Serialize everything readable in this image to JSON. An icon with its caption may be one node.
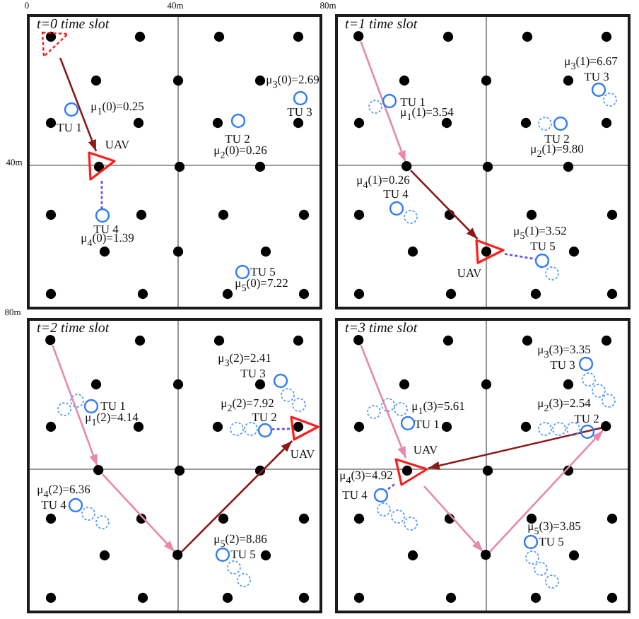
{
  "diagram": {
    "nodes": [
      {
        "text": [
          "t=0 time slot"
        ]
      },
      {
        "text": [],
        "shape": "triangle",
        "in": 0
      },
      {
        "text": [
          "UAV"
        ],
        "in": 0
      },
      {
        "text": [
          "μ$_{1}$(0)=0.25",
          "TU 1"
        ],
        "in": 0
      },
      {
        "text": [
          "TU 2",
          "μ$_{2}$(0)=0.26"
        ],
        "in": 0
      },
      {
        "text": [
          "μ$_{3}$(0)=2.69",
          "TU 3"
        ],
        "in": 0
      },
      {
        "text": [
          "TU 4",
          "μ$_{4}$(0)=1.39"
        ],
        "in": 0
      },
      {
        "text": [
          "TU 5",
          "μ$_{5}$(0)=7.22"
        ],
        "in": 0
      },
      {
        "text": [
          "t=1 time slot"
        ]
      },
      {
        "text": [],
        "shape": "circle",
        "in": 8
      },
      {
        "text": [],
        "shape": "circle",
        "in": 8
      },
      {
        "text": [
          "UAV"
        ],
        "in": 8
      },
      {
        "text": [
          "TU 1",
          "μ$_{1}$(1)=3.54"
        ],
        "in": 8
      },
      {
        "text": [
          "TU 2",
          "μ$_{2}$(1)=9.80"
        ],
        "in": 8
      },
      {
        "text": [
          "μ$_{3}$(1)=6.67",
          "TU 3"
        ],
        "in": 8
      },
      {
        "text": [
          "μ$_{4}$(1)=0.26",
          "TU 4"
        ],
        "in": 8
      },
      {
        "text": [
          "μ$_{5}$(1)=3.52",
          "TU 5"
        ],
        "in": 8
      },
      {
        "text": [],
        "shape": "circle",
        "in": 8
      },
      {
        "text": [],
        "shape": "circle",
        "in": 8
      },
      {
        "text": [],
        "shape": "circle",
        "in": 8
      },
      {
        "text": [],
        "shape": "circle",
        "in": 8
      },
      {
        "text": [],
        "shape": "circle",
        "in": 8
      },
      {
        "text": [
          "t=2 time slot"
        ]
      },
      {
        "text": [],
        "shape": "circle",
        "in": 22
      },
      {
        "text": [],
        "shape": "circle",
        "in": 22
      },
      {
        "text": [],
        "shape": "circle",
        "in": 22
      },
      {
        "text": [
          "UAV"
        ],
        "in": 22
      },
      {
        "text": [
          "TU 1",
          "μ$_{1}$(2)=4.14"
        ],
        "in": 22
      },
      {
        "text": [
          "μ$_{2}$(2)=7.92",
          "TU 2"
        ],
        "in": 22
      },
      {
        "text": [
          "μ$_{3}$(2)=2.41",
          "TU 3"
        ],
        "in": 22
      },
      {
        "text": [
          "μ$_{4}$(2)=6.36",
          "TU 4"
        ],
        "in": 22
      },
      {
        "text": [
          "μ$_{5}$(2)=8.86",
          "TU 5"
        ],
        "in": 22
      },
      {
        "text": [],
        "shape": "circle",
        "in": 22
      },
      {
        "text": [],
        "shape": "circle",
        "in": 22
      },
      {
        "text": [],
        "shape": "circle",
        "in": 22
      },
      {
        "text": [],
        "shape": "circle",
        "in": 22
      },
      {
        "text": [],
        "shape": "circle",
        "in": 22
      },
      {
        "text": [],
        "shape": "circle",
        "in": 22
      },
      {
        "text": [],
        "shape": "circle",
        "in": 22
      },
      {
        "text": [],
        "shape": "circle",
        "in": 22
      },
      {
        "text": [],
        "shape": "circle",
        "in": 22
      },
      {
        "text": [],
        "shape": "circle",
        "in": 22
      },
      {
        "text": [
          "t=3 time slot"
        ]
      },
      {
        "text": [],
        "shape": "circle",
        "in": 42
      },
      {
        "text": [],
        "shape": "circle",
        "in": 42
      },
      {
        "text": [],
        "shape": "circle",
        "in": 42
      },
      {
        "text": [
          "UAV"
        ],
        "in": 42
      },
      {
        "text": [
          "μ$_{1}$(3)=5.61",
          "TU 1"
        ],
        "in": 42
      },
      {
        "text": [
          "μ$_{2}$(3)=2.54",
          "TU 2"
        ],
        "in": 42
      },
      {
        "text": [
          "μ$_{3}$(3)=3.35",
          "TU 3"
        ],
        "in": 42
      },
      {
        "text": [
          "μ$_{4}$(3)=4.92",
          "TU 4"
        ],
        "in": 42
      },
      {
        "text": [
          "μ$_{5}$(3)=3.85",
          "TU 5"
        ],
        "in": 42
      },
      {
        "text": [],
        "shape": "circle",
        "in": 42
      },
      {
        "text": [],
        "shape": "circle",
        "in": 42
      },
      {
        "text": [],
        "shape": "circle",
        "in": 42
      },
      {
        "text": [],
        "shape": "circle",
        "in": 42
      },
      {
        "text": [],
        "shape": "circle",
        "in": 42
      },
      {
        "text": [],
        "shape": "circle",
        "in": 42
      },
      {
        "text": [],
        "shape": "circle",
        "in": 42
      },
      {
        "text": [],
        "shape": "circle",
        "in": 42
      },
      {
        "text": [],
        "shape": "circle",
        "in": 42
      },
      {
        "text": [],
        "shape": "circle",
        "in": 42
      },
      {
        "text": [],
        "shape": "circle",
        "in": 42
      },
      {
        "text": [],
        "shape": "circle",
        "in": 42
      },
      {
        "text": [],
        "shape": "circle",
        "in": 42
      },
      {
        "text": [],
        "shape": "circle",
        "in": 42
      },
      {
        "text": [],
        "shape": "circle",
        "in": 42
      }
    ],
    "edges": [
      {
        "from": 1,
        "to": 2,
        "arrow": "to",
        "color": "#8b1a1a"
      },
      {
        "from": 2,
        "to": 6,
        "arrow": "none",
        "style": "dashed",
        "color": "#6b4ef0"
      },
      {
        "from": 9,
        "to": 10,
        "arrow": "to"
      },
      {
        "from": 10,
        "to": 11,
        "arrow": "to",
        "color": "#8b1a1a"
      },
      {
        "from": 11,
        "to": 16,
        "arrow": "none",
        "style": "dashed",
        "color": "#6b4ef0"
      },
      {
        "from": 23,
        "to": 24,
        "arrow": "to"
      },
      {
        "from": 24,
        "to": 25,
        "arrow": "to"
      },
      {
        "from": 25,
        "to": 26,
        "arrow": "to",
        "color": "#8b1a1a"
      },
      {
        "from": 26,
        "to": 28,
        "arrow": "none",
        "style": "dashed",
        "color": "#6b4ef0"
      },
      {
        "from": 43,
        "to": 46,
        "arrow": "to"
      },
      {
        "from": 46,
        "to": 44,
        "arrow": "to"
      },
      {
        "from": 44,
        "to": 45,
        "arrow": "to"
      },
      {
        "from": 45,
        "to": 46,
        "arrow": "to",
        "color": "#8b1a1a"
      },
      {
        "from": 46,
        "to": 50,
        "arrow": "none",
        "style": "dashed",
        "color": "#6b4ef0"
      }
    ],
    "labels": [
      "0",
      "40m",
      "80m",
      "40m",
      "80m"
    ]
  }
}
